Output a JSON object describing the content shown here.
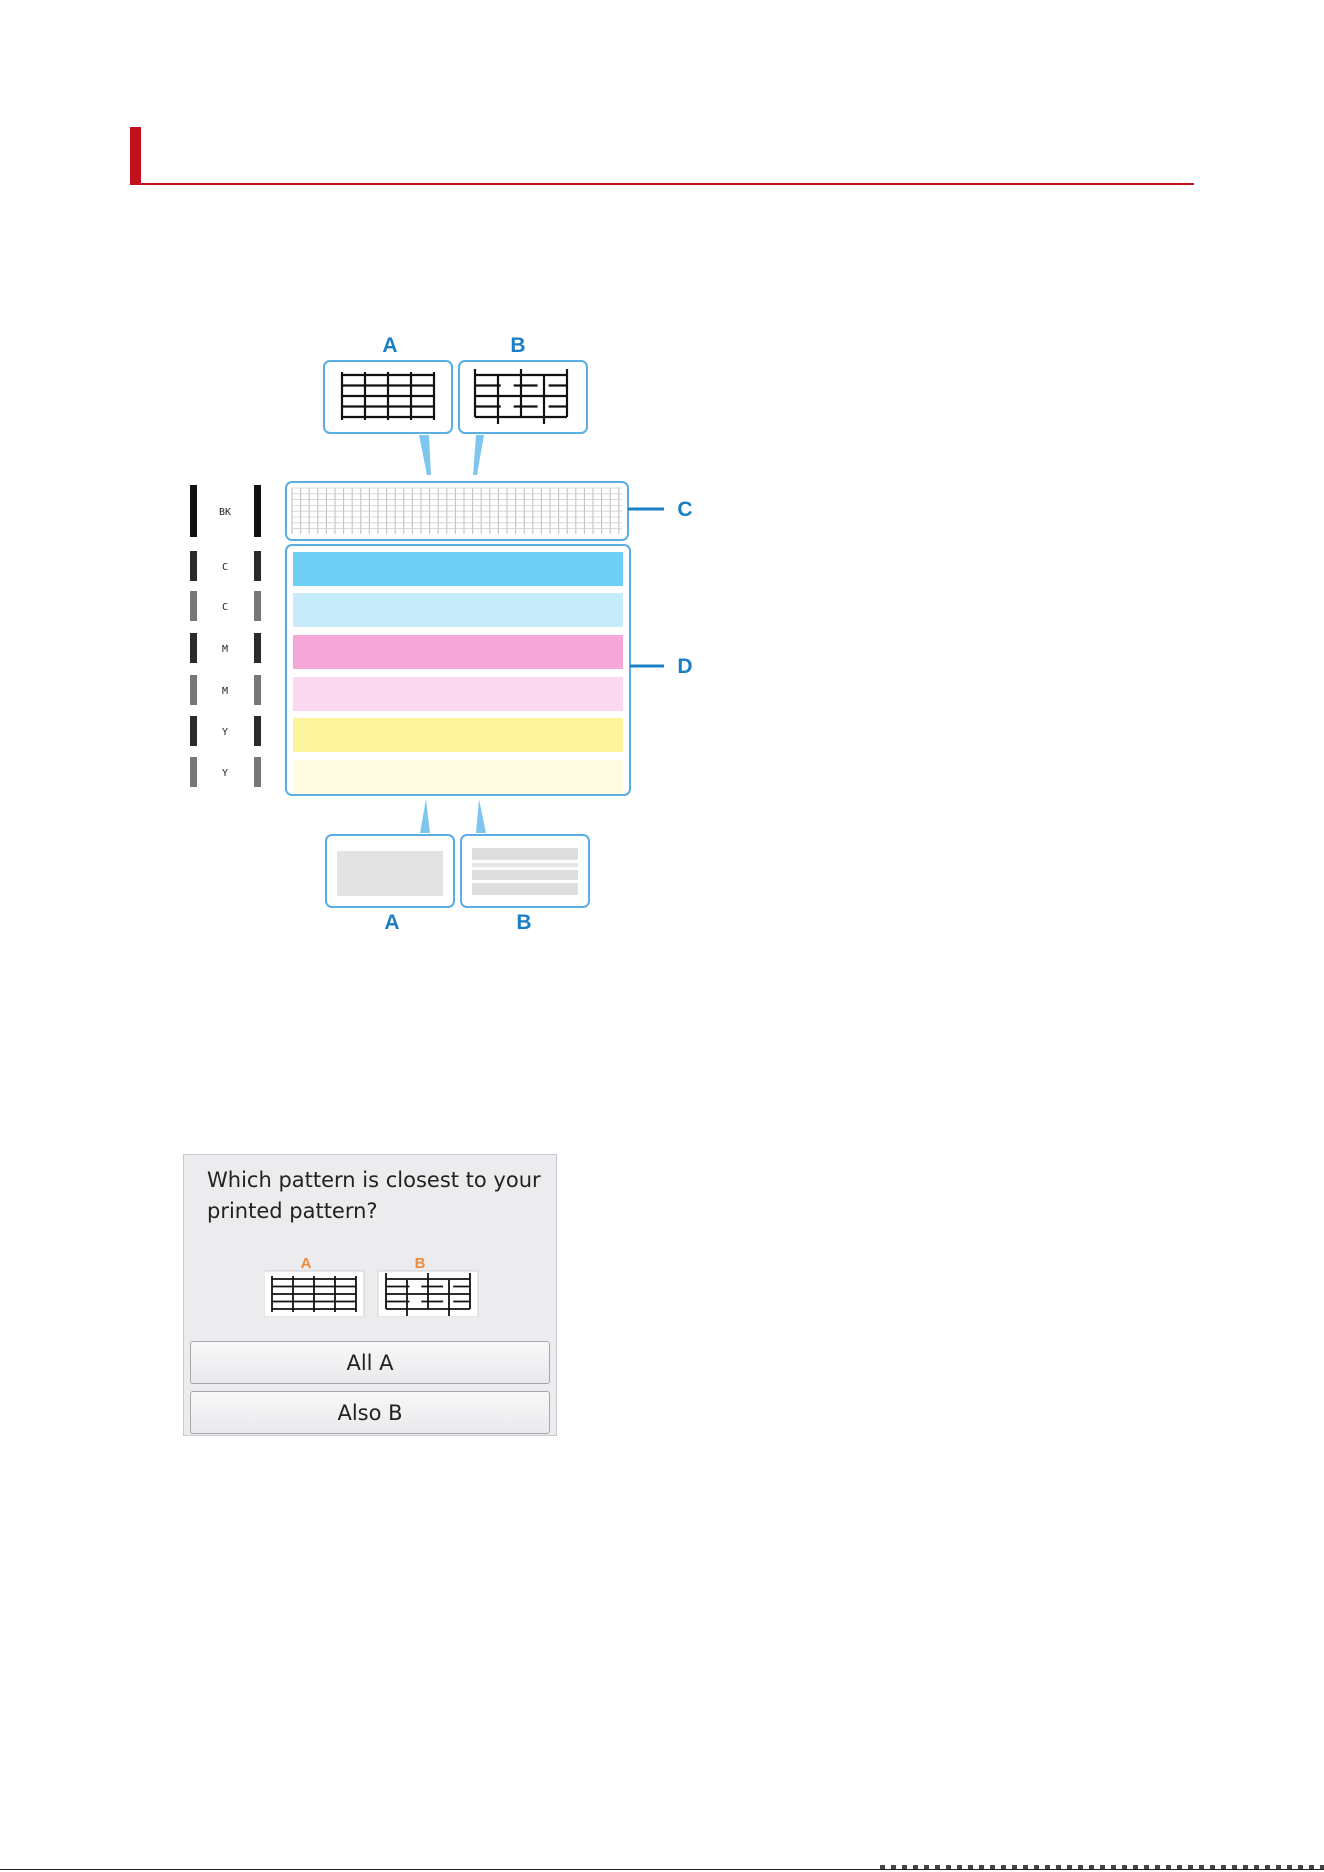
{
  "colors": {
    "accent_red": "#c4101d",
    "callout_blue": "#1b7fc4",
    "callout_border": "#5aaee2",
    "pointer_blue": "#7fc6ef",
    "cyan": "#6ecff6",
    "light_cyan": "#c6ecfa",
    "magenta": "#f7a6da",
    "light_magenta": "#fbd8ef",
    "yellow": "#fdf59c",
    "light_yellow": "#fdfbe0",
    "lcd_label_orange": "#f28a3c"
  },
  "figure": {
    "callout_labels": [
      "A",
      "B",
      "C",
      "D"
    ],
    "ink_labels": [
      "BK",
      "C",
      "C",
      "M",
      "M",
      "Y",
      "Y"
    ],
    "ink_bar_colors": [
      "#111111",
      "#2a2a2a",
      "#777777",
      "#2a2a2a",
      "#777777",
      "#2a2a2a",
      "#777777"
    ]
  },
  "lcd": {
    "question": "Which pattern is closest to your printed pattern?",
    "pattern_labels": [
      "A",
      "B"
    ],
    "buttons": [
      "All A",
      "Also B"
    ]
  }
}
